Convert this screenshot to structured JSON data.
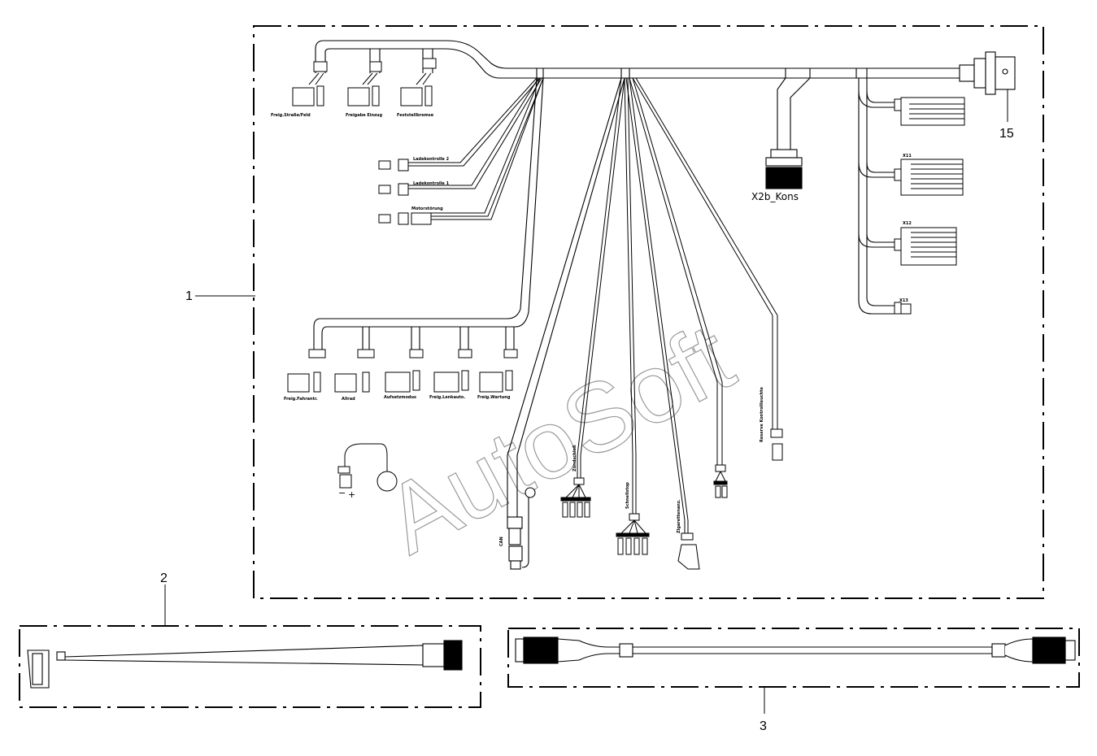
{
  "watermark": "AutoSoft",
  "callouts": {
    "c1": "1",
    "c2": "2",
    "c3": "3",
    "c15": "15"
  },
  "connector_labels": {
    "x2b": "X2b_Kons",
    "can": "CAN"
  },
  "wire_labels": {
    "freig_strasse_feld": "Freig.Straße/Feld",
    "freigabe_einzug": "Freigabe Einzug",
    "feststellbremse": "Feststellbremse",
    "ladekontrolle_2": "Ladekontrolle 2",
    "ladekontrolle_1": "Ladekontrolle 1",
    "motorstoerung": "Motorstörung",
    "freig_fahrantr": "Freig.Fahrantr.",
    "allrad": "Allrad",
    "aufsetzmodus": "Aufsetzmodus",
    "freig_lenkautom": "Freig.Lenkauto.",
    "freig_wartung": "Freig.Wartung",
    "zuendschloss": "Zündschloß",
    "schnellstop": "Schnellstop",
    "zigarettenanz": "Zigarettenanz.",
    "reserve_kontrollleuchte": "Reserve Kontrollleuchte"
  },
  "terminal_blocks": {
    "x11": "X11",
    "x12": "X12",
    "x13": "X13"
  },
  "polarity": {
    "minus": "−",
    "plus": "+"
  }
}
